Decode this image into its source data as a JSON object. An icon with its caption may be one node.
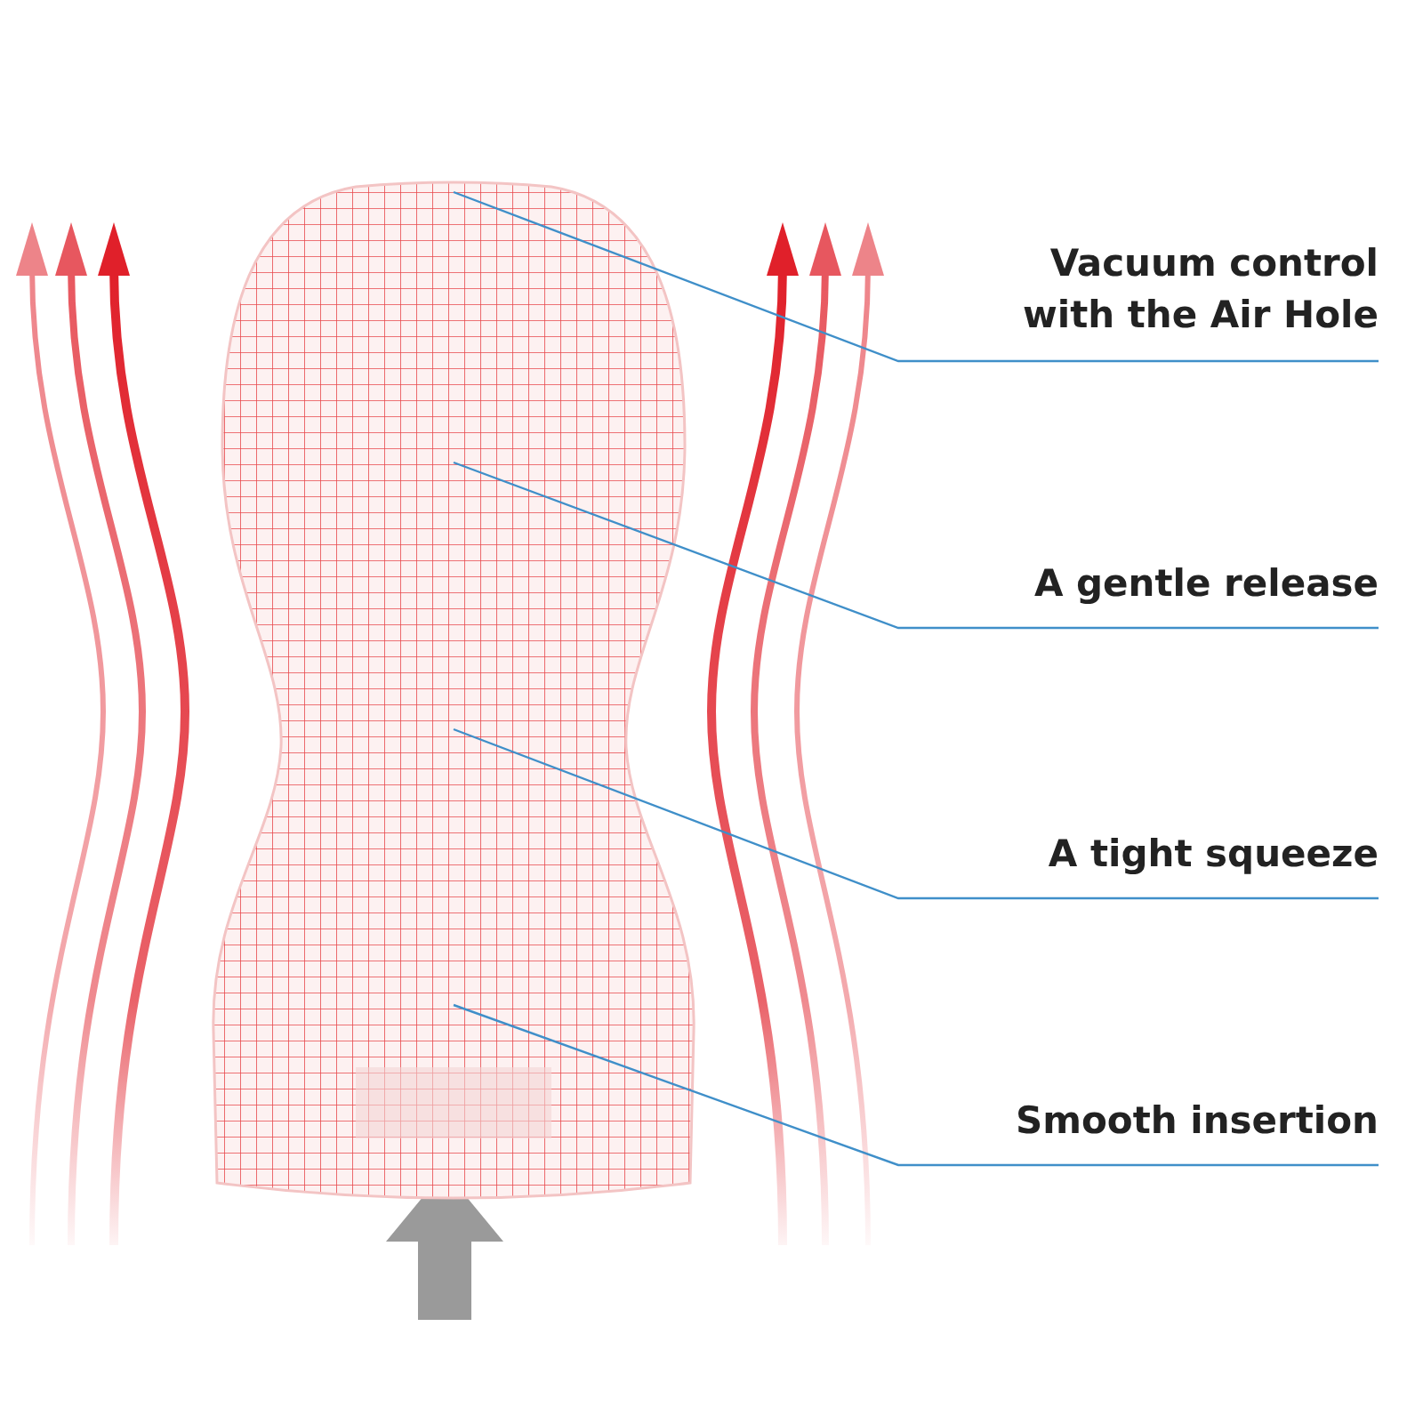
{
  "diagram": {
    "nodes": [
      {
        "text": [],
        "shape": "picture"
      },
      {
        "text": [
          "Vacuum control with the Air Hole"
        ]
      },
      {
        "text": [
          "A gentle release"
        ]
      },
      {
        "text": [
          "A tight squeeze"
        ]
      },
      {
        "text": [
          "Smooth insertion"
        ]
      }
    ],
    "edges": [
      {
        "from": 1,
        "to": 0,
        "arrow": "none"
      },
      {
        "from": 2,
        "to": 0,
        "arrow": "none"
      },
      {
        "from": 3,
        "to": 0,
        "arrow": "none"
      },
      {
        "from": 4,
        "to": 0,
        "arrow": "none"
      }
    ]
  }
}
